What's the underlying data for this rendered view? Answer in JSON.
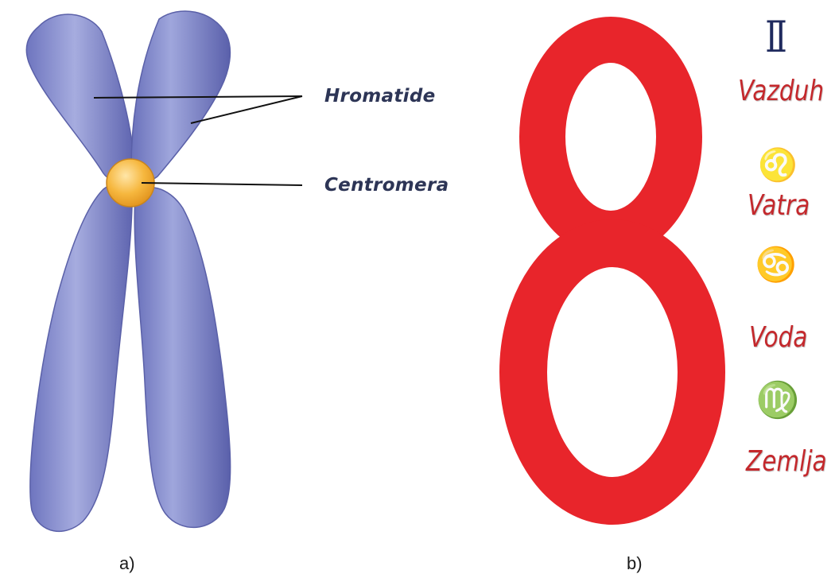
{
  "panel_a": {
    "labels": {
      "chromatids": "Hromatide",
      "centromere": "Centromera"
    },
    "caption": "a)"
  },
  "panel_b": {
    "caption": "b)",
    "elements": [
      {
        "symbol": "Ⅱ",
        "name": "Vazduh",
        "icon": "gemini-icon"
      },
      {
        "symbol": "♌",
        "name": "Vatra",
        "icon": "leo-icon"
      },
      {
        "symbol": "♋",
        "name": "Voda",
        "icon": "cancer-icon"
      },
      {
        "symbol": "♍",
        "name": "Zemlja",
        "icon": "virgo-icon"
      }
    ]
  },
  "colors": {
    "chromosome": "#7b83c9",
    "chromosome_dark": "#5d63b0",
    "centromere": "#f4b23a",
    "eight": "#e8252b",
    "text_dark": "#2d3556",
    "element_text": "#c4282c"
  }
}
